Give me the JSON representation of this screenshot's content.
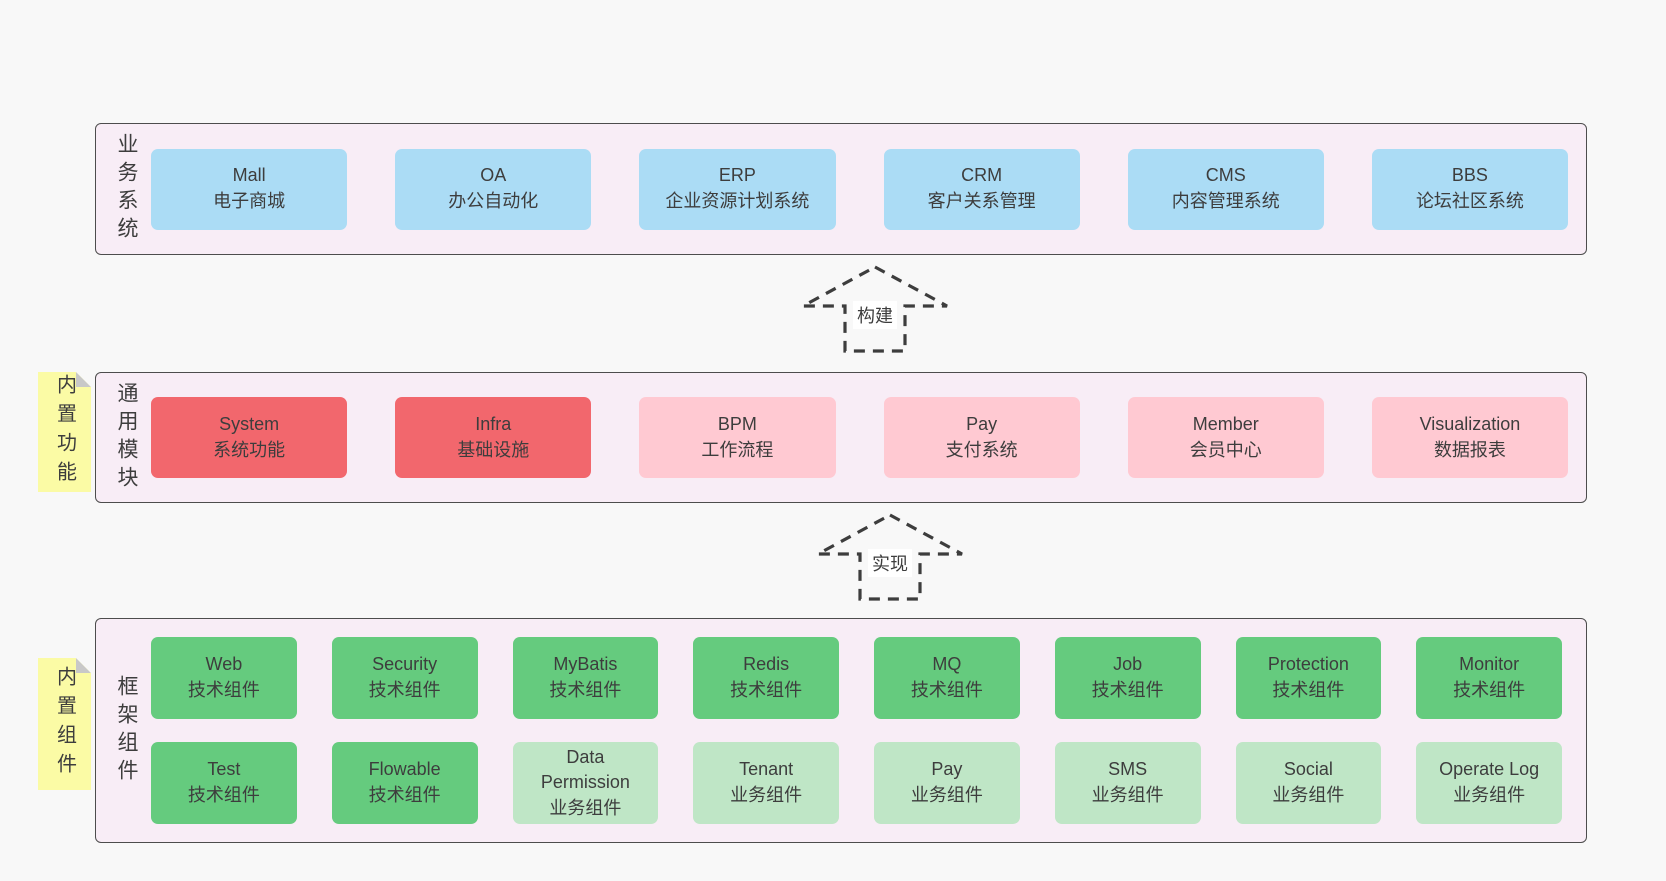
{
  "diagram": {
    "arrows": [
      {
        "label": "构建"
      },
      {
        "label": "实现"
      }
    ],
    "bands": [
      {
        "label": "业务系统",
        "boxes": [
          {
            "title": "Mall",
            "subtitle": "电子商城"
          },
          {
            "title": "OA",
            "subtitle": "办公自动化"
          },
          {
            "title": "ERP",
            "subtitle": "企业资源计划系统"
          },
          {
            "title": "CRM",
            "subtitle": "客户关系管理"
          },
          {
            "title": "CMS",
            "subtitle": "内容管理系统"
          },
          {
            "title": "BBS",
            "subtitle": "论坛社区系统"
          }
        ]
      },
      {
        "label": "通用模块",
        "sticky": "内置功能",
        "boxes": [
          {
            "title": "System",
            "subtitle": "系统功能"
          },
          {
            "title": "Infra",
            "subtitle": "基础设施"
          },
          {
            "title": "BPM",
            "subtitle": "工作流程"
          },
          {
            "title": "Pay",
            "subtitle": "支付系统"
          },
          {
            "title": "Member",
            "subtitle": "会员中心"
          },
          {
            "title": "Visualization",
            "subtitle": "数据报表"
          }
        ]
      },
      {
        "label": "框架组件",
        "sticky": "内置组件",
        "rows": [
          [
            {
              "title": "Web",
              "subtitle": "技术组件"
            },
            {
              "title": "Security",
              "subtitle": "技术组件"
            },
            {
              "title": "MyBatis",
              "subtitle": "技术组件"
            },
            {
              "title": "Redis",
              "subtitle": "技术组件"
            },
            {
              "title": "MQ",
              "subtitle": "技术组件"
            },
            {
              "title": "Job",
              "subtitle": "技术组件"
            },
            {
              "title": "Protection",
              "subtitle": "技术组件"
            },
            {
              "title": "Monitor",
              "subtitle": "技术组件"
            }
          ],
          [
            {
              "title": "Test",
              "subtitle": "技术组件"
            },
            {
              "title": "Flowable",
              "subtitle": "技术组件"
            },
            {
              "title": "Data Permission",
              "subtitle": "业务组件"
            },
            {
              "title": "Tenant",
              "subtitle": "业务组件"
            },
            {
              "title": "Pay",
              "subtitle": "业务组件"
            },
            {
              "title": "SMS",
              "subtitle": "业务组件"
            },
            {
              "title": "Social",
              "subtitle": "业务组件"
            },
            {
              "title": "Operate Log",
              "subtitle": "业务组件"
            }
          ]
        ]
      }
    ],
    "colors": {
      "canvas_bg": "#f8f8f8",
      "band_bg": "#f8edf6",
      "band_border": "#4d4d4d",
      "blue": "#abdcf5",
      "red": "#f2676d",
      "pink": "#ffc9d2",
      "green_dark": "#65cb7e",
      "green_light": "#bfe6c6",
      "sticky_yellow": "#fbfba5",
      "text": "#3d3d3d"
    }
  }
}
